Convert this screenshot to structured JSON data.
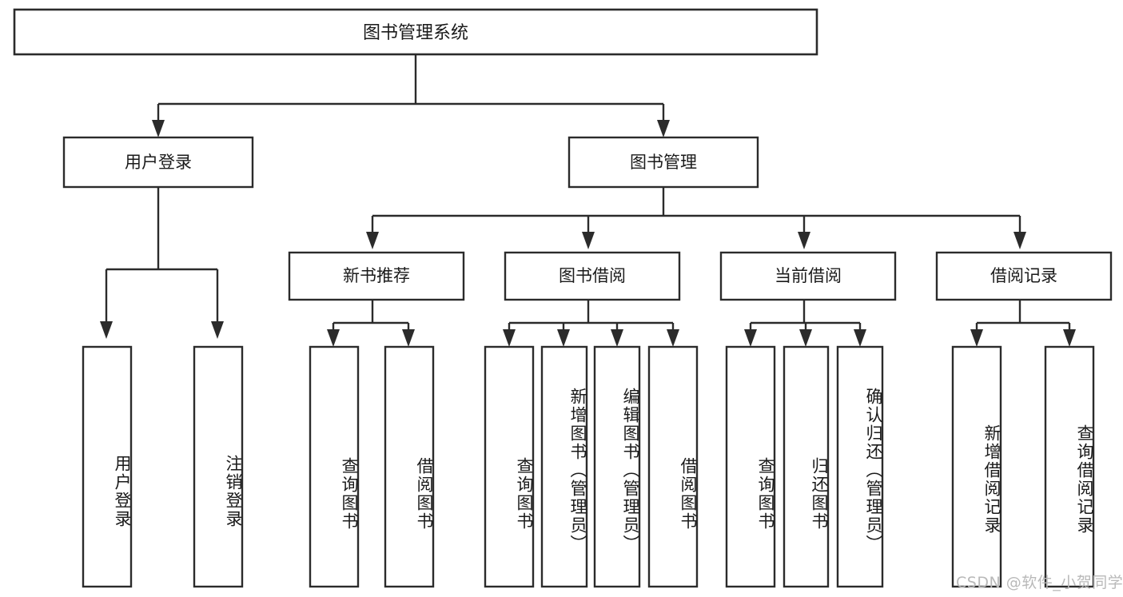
{
  "diagram": {
    "title": "图书管理系统",
    "type": "tree",
    "watermark": "CSDN @软件_小贺同学",
    "colors": {
      "stroke": "#2b2b2b",
      "fill": "#ffffff",
      "text": "#1a1a1a",
      "watermark": "#b9b9b9",
      "background": "#ffffff"
    },
    "root": {
      "label": "图书管理系统"
    },
    "level2": [
      {
        "label": "用户登录"
      },
      {
        "label": "图书管理"
      }
    ],
    "level3": [
      {
        "label": "新书推荐"
      },
      {
        "label": "图书借阅"
      },
      {
        "label": "当前借阅"
      },
      {
        "label": "借阅记录"
      }
    ],
    "leaves": [
      {
        "label": "用户登录",
        "parent": "用户登录"
      },
      {
        "label": "注销登录",
        "parent": "用户登录"
      },
      {
        "label": "查询图书",
        "parent": "新书推荐"
      },
      {
        "label": "借阅图书",
        "parent": "新书推荐"
      },
      {
        "label": "查询图书",
        "parent": "图书借阅"
      },
      {
        "label": "新增图书（管理员）",
        "parent": "图书借阅"
      },
      {
        "label": "编辑图书（管理员）",
        "parent": "图书借阅"
      },
      {
        "label": "借阅图书",
        "parent": "图书借阅"
      },
      {
        "label": "查询图书",
        "parent": "当前借阅"
      },
      {
        "label": "归还图书",
        "parent": "当前借阅"
      },
      {
        "label": "确认归还（管理员）",
        "parent": "当前借阅"
      },
      {
        "label": "新增借阅记录",
        "parent": "借阅记录"
      },
      {
        "label": "查询借阅记录",
        "parent": "借阅记录"
      }
    ]
  }
}
